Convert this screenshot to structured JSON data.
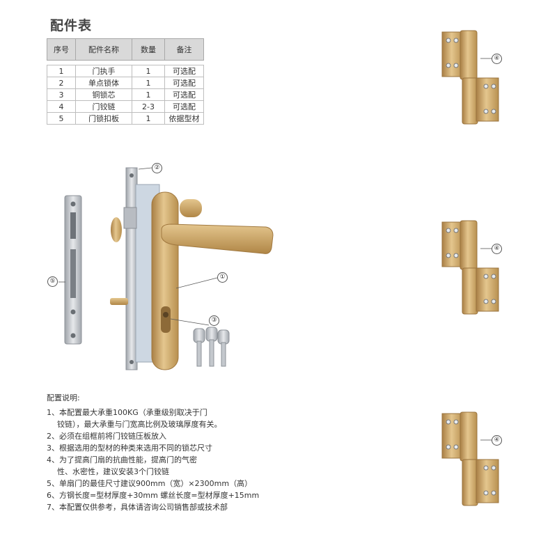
{
  "title": "配件表",
  "table": {
    "headers": [
      "序号",
      "配件名称",
      "数量",
      "备注"
    ],
    "rows": [
      [
        "1",
        "门执手",
        "1",
        "可选配"
      ],
      [
        "2",
        "单点锁体",
        "1",
        "可选配"
      ],
      [
        "3",
        "铜锁芯",
        "1",
        "可选配"
      ],
      [
        "4",
        "门铰链",
        "2-3",
        "可选配"
      ],
      [
        "5",
        "门锁扣板",
        "1",
        "依据型材"
      ]
    ]
  },
  "callouts": {
    "handle": "①",
    "lock_body": "②",
    "cylinder": "③",
    "hinge": "④",
    "strike_plate": "⑤"
  },
  "notes": {
    "title": "配置说明:",
    "lines": [
      "1、本配置最大承重100KG（承重级别取决于门",
      "铰链），最大承重与门宽高比例及玻璃厚度有关。",
      "2、必须在组框前将门铰链压板放入",
      "3、根据选用的型材的种类来选用不同的锁芯尺寸",
      "4、为了提高门扇的抗曲性能，提高门的气密",
      "性、水密性，建议安装3个门铰链",
      "5、单扇门的最佳尺寸建议900mm（宽）×2300mm（高）",
      "6、方钢长度=型材厚度+30mm  螺丝长度=型材厚度+15mm",
      "7、本配置仅供参考，具体请咨询公司销售部或技术部"
    ]
  },
  "colors": {
    "gold": "#d1aa6c",
    "gold_dark": "#a97f45",
    "steel": "#c9cdd2",
    "header_bg": "#d9d9d9"
  }
}
